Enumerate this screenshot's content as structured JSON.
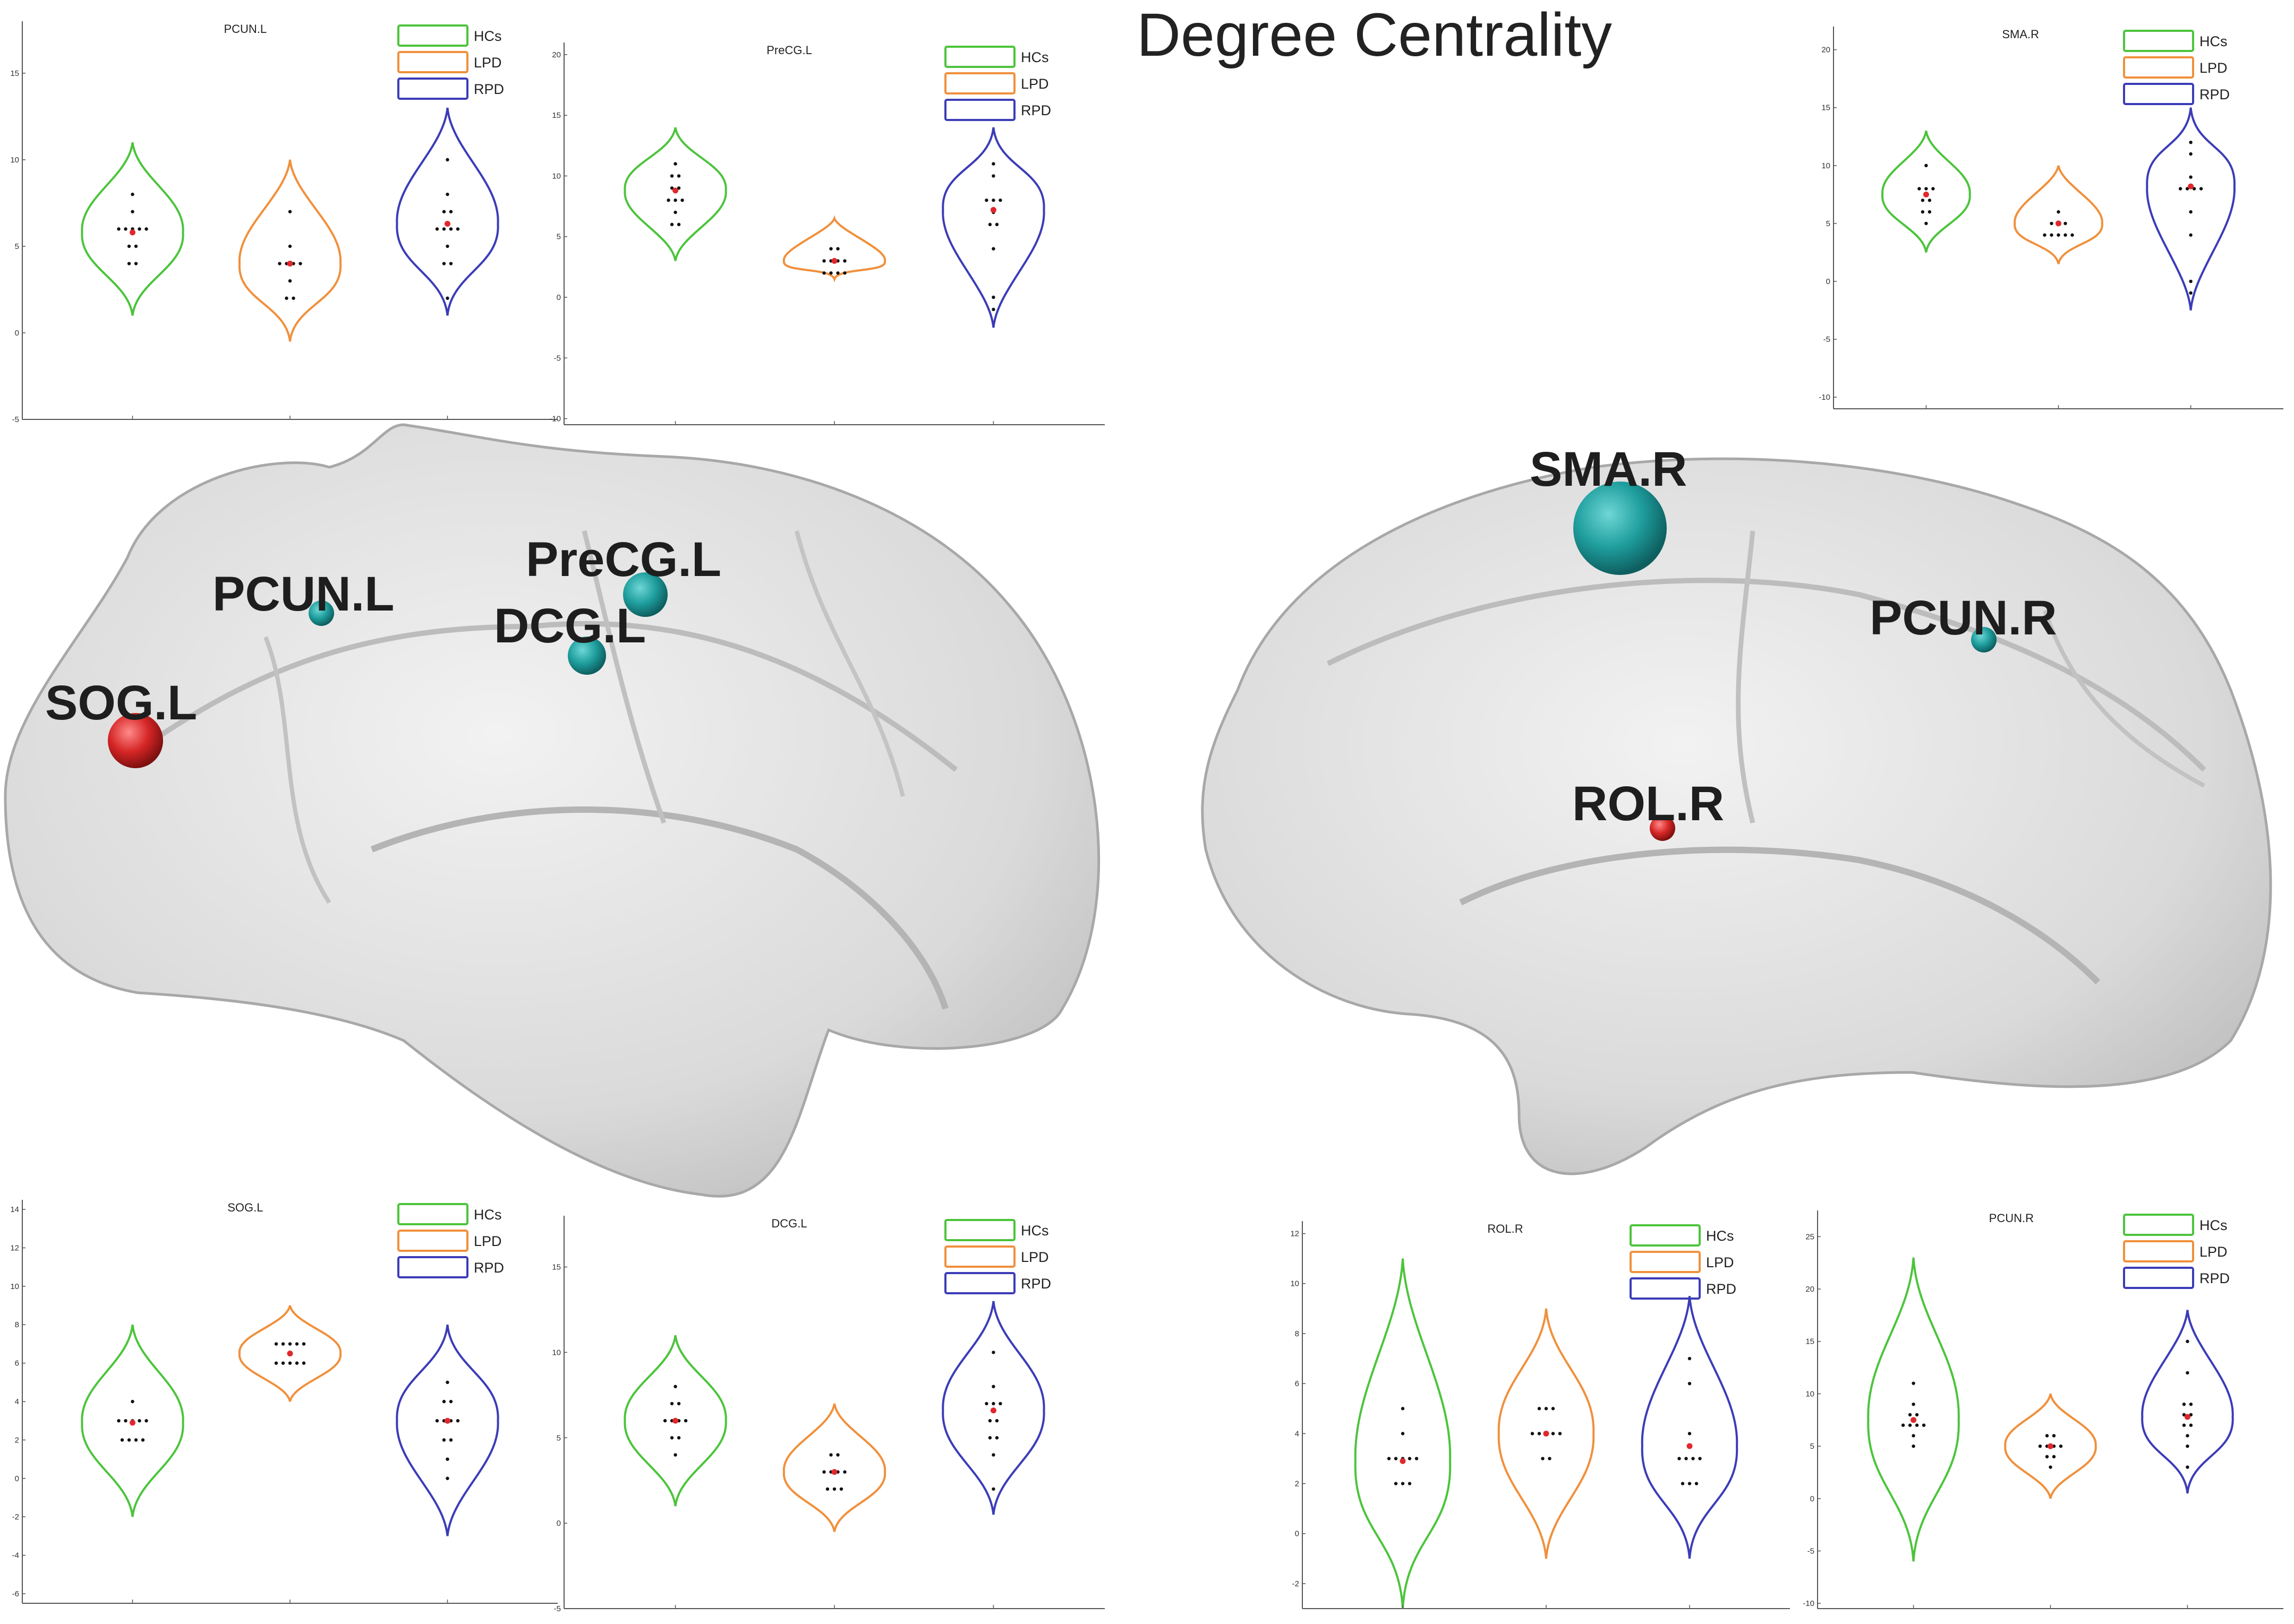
{
  "title": "Degree Centrality",
  "legend": [
    {
      "name": "HCs",
      "color": "#4cc43c"
    },
    {
      "name": "LPD",
      "color": "#f0903c"
    },
    {
      "name": "RPD",
      "color": "#3c3cb8"
    }
  ],
  "mean_marker_color": "#e0282c",
  "brain_regions": [
    {
      "label": "PCUN.L",
      "color": "#21a3a3"
    },
    {
      "label": "PreCG.L",
      "color": "#21a3a3"
    },
    {
      "label": "DCG.L",
      "color": "#21a3a3"
    },
    {
      "label": "SOG.L",
      "color": "#d92a2a"
    },
    {
      "label": "SMA.R",
      "color": "#21a3a3"
    },
    {
      "label": "PCUN.R",
      "color": "#21a3a3"
    },
    {
      "label": "ROL.R",
      "color": "#d92a2a"
    }
  ],
  "chart_data": [
    {
      "type": "violin",
      "title": "PCUN.L",
      "ylim": [
        -5,
        18
      ],
      "yticks": [
        "-5",
        "0",
        "5",
        "10",
        "15"
      ],
      "series": [
        {
          "name": "HCs",
          "min": 1,
          "max": 11,
          "mean": 5.8,
          "points": [
            8,
            7,
            6,
            6,
            6,
            6,
            6,
            5,
            5,
            4,
            4
          ]
        },
        {
          "name": "LPD",
          "min": -0.5,
          "max": 10,
          "mean": 4,
          "points": [
            7,
            5,
            4,
            4,
            4,
            4,
            3,
            2,
            2
          ]
        },
        {
          "name": "RPD",
          "min": 1,
          "max": 13,
          "mean": 6.3,
          "points": [
            10,
            8,
            7,
            7,
            6,
            6,
            6,
            6,
            5,
            4,
            4,
            2
          ]
        }
      ]
    },
    {
      "type": "violin",
      "title": "PreCG.L",
      "ylim": [
        -10.5,
        21
      ],
      "yticks": [
        "-10",
        "-5",
        "0",
        "5",
        "10",
        "15",
        "20"
      ],
      "series": [
        {
          "name": "HCs",
          "min": 3,
          "max": 14,
          "mean": 8.8,
          "points": [
            11,
            10,
            10,
            9,
            9,
            8,
            8,
            8,
            7,
            6,
            6
          ]
        },
        {
          "name": "LPD",
          "min": 1.5,
          "max": 6.5,
          "mean": 3,
          "points": [
            4,
            4,
            3,
            3,
            3,
            3,
            2,
            2,
            2,
            2
          ]
        },
        {
          "name": "RPD",
          "min": -2.5,
          "max": 14,
          "mean": 7.2,
          "points": [
            11,
            10,
            8,
            8,
            8,
            7,
            6,
            6,
            4,
            0,
            -1
          ]
        }
      ]
    },
    {
      "type": "violin",
      "title": "SMA.R",
      "ylim": [
        -11,
        22
      ],
      "yticks": [
        "-10",
        "-5",
        "0",
        "5",
        "10",
        "15",
        "20"
      ],
      "series": [
        {
          "name": "HCs",
          "min": 2.5,
          "max": 13,
          "mean": 7.5,
          "points": [
            10,
            8,
            8,
            8,
            7,
            7,
            6,
            6,
            5
          ]
        },
        {
          "name": "LPD",
          "min": 1.5,
          "max": 10,
          "mean": 5,
          "points": [
            6,
            5,
            5,
            5,
            4,
            4,
            4,
            4,
            4
          ]
        },
        {
          "name": "RPD",
          "min": -2.5,
          "max": 15,
          "mean": 8.2,
          "points": [
            12,
            11,
            9,
            8,
            8,
            8,
            8,
            6,
            4,
            0,
            -1
          ]
        }
      ]
    },
    {
      "type": "violin",
      "title": "SOG.L",
      "ylim": [
        -6.5,
        14.5
      ],
      "yticks": [
        "-6",
        "-4",
        "-2",
        "0",
        "2",
        "4",
        "6",
        "8",
        "10",
        "12",
        "14"
      ],
      "series": [
        {
          "name": "HCs",
          "min": -2,
          "max": 8,
          "mean": 2.9,
          "points": [
            4,
            3,
            3,
            3,
            3,
            3,
            2,
            2,
            2,
            2
          ]
        },
        {
          "name": "LPD",
          "min": 4,
          "max": 9,
          "mean": 6.5,
          "points": [
            7,
            7,
            7,
            7,
            7,
            6,
            6,
            6,
            6,
            6
          ]
        },
        {
          "name": "RPD",
          "min": -3,
          "max": 8,
          "mean": 3,
          "points": [
            5,
            4,
            4,
            3,
            3,
            3,
            3,
            2,
            2,
            1,
            0
          ]
        }
      ]
    },
    {
      "type": "violin",
      "title": "DCG.L",
      "ylim": [
        -5,
        18
      ],
      "yticks": [
        "-5",
        "0",
        "5",
        "10",
        "15"
      ],
      "series": [
        {
          "name": "HCs",
          "min": 1,
          "max": 11,
          "mean": 6,
          "points": [
            8,
            7,
            7,
            6,
            6,
            6,
            6,
            5,
            5,
            4
          ]
        },
        {
          "name": "LPD",
          "min": -0.5,
          "max": 7,
          "mean": 3,
          "points": [
            4,
            4,
            3,
            3,
            3,
            3,
            2,
            2,
            2
          ]
        },
        {
          "name": "RPD",
          "min": 0.5,
          "max": 13,
          "mean": 6.6,
          "points": [
            10,
            8,
            7,
            7,
            7,
            6,
            6,
            5,
            5,
            4,
            2
          ]
        }
      ]
    },
    {
      "type": "violin",
      "title": "ROL.R",
      "ylim": [
        -3,
        12.5
      ],
      "yticks": [
        "-2",
        "0",
        "2",
        "4",
        "6",
        "8",
        "10",
        "12"
      ],
      "series": [
        {
          "name": "HCs",
          "min": -3,
          "max": 11,
          "mean": 2.9,
          "points": [
            5,
            4,
            3,
            3,
            3,
            3,
            3,
            2,
            2,
            2
          ]
        },
        {
          "name": "LPD",
          "min": -1,
          "max": 9,
          "mean": 4,
          "points": [
            5,
            5,
            5,
            4,
            4,
            4,
            4,
            4,
            3,
            3
          ]
        },
        {
          "name": "RPD",
          "min": -1,
          "max": 9.5,
          "mean": 3.5,
          "points": [
            7,
            6,
            4,
            3,
            3,
            3,
            3,
            2,
            2,
            2
          ]
        }
      ]
    },
    {
      "type": "violin",
      "title": "PCUN.R",
      "ylim": [
        -10.5,
        27.5
      ],
      "yticks": [
        "-10",
        "-5",
        "0",
        "5",
        "10",
        "15",
        "20",
        "25"
      ],
      "series": [
        {
          "name": "HCs",
          "min": -6,
          "max": 23,
          "mean": 7.5,
          "points": [
            11,
            9,
            8,
            8,
            7,
            7,
            7,
            7,
            6,
            5
          ]
        },
        {
          "name": "LPD",
          "min": 0,
          "max": 10,
          "mean": 5,
          "points": [
            6,
            6,
            5,
            5,
            5,
            5,
            4,
            4,
            3
          ]
        },
        {
          "name": "RPD",
          "min": 0.5,
          "max": 18,
          "mean": 7.8,
          "points": [
            15,
            12,
            9,
            9,
            8,
            8,
            7,
            7,
            6,
            5,
            3
          ]
        }
      ]
    }
  ]
}
